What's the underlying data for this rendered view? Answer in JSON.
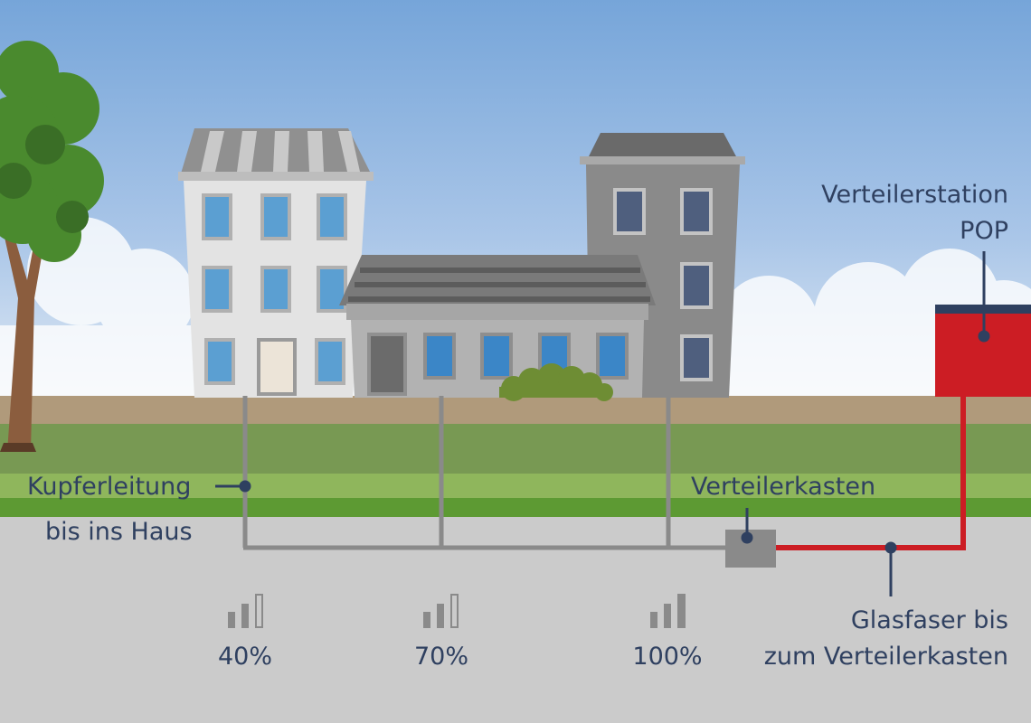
{
  "labels": {
    "pop_line1": "Verteilerstation",
    "pop_line2": "POP",
    "copper_line1": "Kupferleitung",
    "copper_line2": "bis ins Haus",
    "cabinet": "Verteilerkasten",
    "fiber_line1": "Glasfaser bis",
    "fiber_line2": "zum Verteilerkasten"
  },
  "signals": [
    {
      "label": "40%",
      "bars_filled": 2,
      "bars_total": 3
    },
    {
      "label": "70%",
      "bars_filled": 2,
      "bars_total": 3
    },
    {
      "label": "100%",
      "bars_filled": 3,
      "bars_total": 3
    }
  ],
  "colors": {
    "sky_top": "#7ba7d8",
    "ground": "#cbcbcb",
    "soil": "#b09a7b",
    "grass_dark": "#789953",
    "grass_light": "#8fb65c",
    "copper_cable": "#8a8a8a",
    "fiber_cable": "#cc1d24",
    "pop_station": "#cc1d24",
    "text": "#2f4060"
  }
}
